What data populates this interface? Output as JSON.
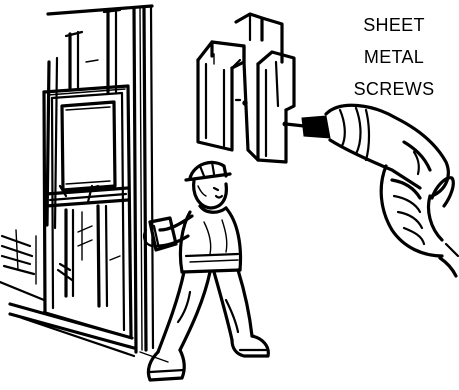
{
  "callout": {
    "line1": "SHEET",
    "line2": "METAL",
    "line3": "SCREWS"
  }
}
